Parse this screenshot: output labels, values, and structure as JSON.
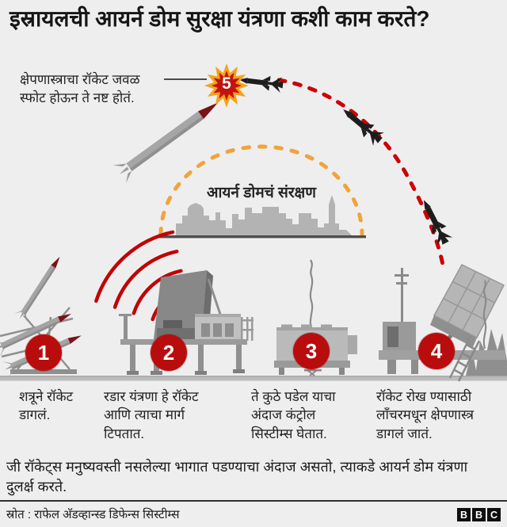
{
  "title": "इस्रायलची आयर्न डोम सुरक्षा यंत्रणा कशी काम करते?",
  "intercept_note": {
    "line1": "क्षेपणास्त्राचा रॉकेट जवळ",
    "line2": "स्फोट होऊन ते नष्ट होतं.",
    "badge": "5"
  },
  "dome_label": "आयर्न डोमचं संरक्षण",
  "steps": [
    {
      "number": "1",
      "caption": "शत्रूने रॉकेट डागलं."
    },
    {
      "number": "2",
      "caption": "रडार यंत्रणा हे रॉकेट आणि त्याचा मार्ग टिपतात."
    },
    {
      "number": "3",
      "caption": "ते कुठे पडेल याचा अंदाज कंट्रोल सिस्टीम्स घेतात."
    },
    {
      "number": "4",
      "caption": "रॉकेट रोख ण्यासाठी लाँचरमधून क्षेपणास्त्र डागलं जातं."
    }
  ],
  "footnote": "जी रॉकेट्स मनुष्यवस्ती नसलेल्या भागात पडण्याचा अंदाज असतो, त्याकडे आयर्न डोम यंत्रणा दुलर्क्ष करते.",
  "source": "स्रोत : राफेल अ‍ॅडव्हान्स्ड डिफेन्स सिस्टीम्स",
  "logo": {
    "l1": "B",
    "l2": "B",
    "l3": "C"
  },
  "colors": {
    "background": "#eeeeef",
    "badge_red": "#b90d0d",
    "trajectory_red": "#cc0404",
    "dome_orange": "#f2a33b",
    "star_outer": "#f6a21d",
    "star_inner": "#c3130d",
    "illustration_gray": "#a4a4a4",
    "text_dark": "#161616"
  }
}
